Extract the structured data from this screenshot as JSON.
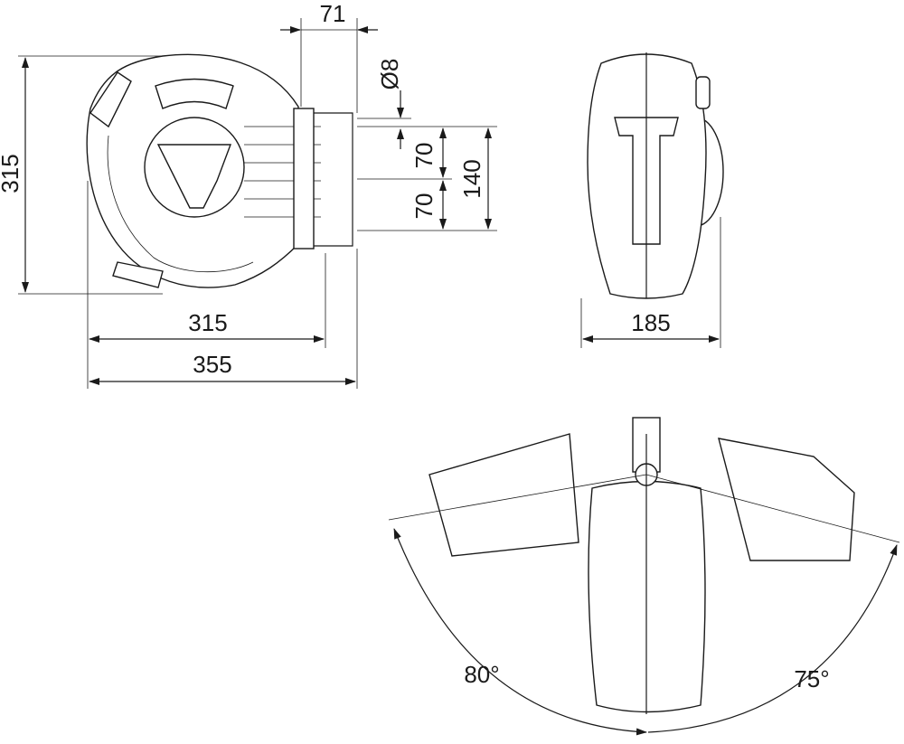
{
  "title": "Hose reel dimension drawing",
  "dimensions": {
    "height": "315",
    "width_body": "315",
    "width_total": "355",
    "bracket_depth": "71",
    "hole_diameter": "Ø8",
    "hole_spacing_upper": "70",
    "hole_spacing_lower": "70",
    "hole_spacing_total": "140",
    "depth": "185"
  },
  "rotation": {
    "left_angle": "80°",
    "right_angle": "75°"
  }
}
